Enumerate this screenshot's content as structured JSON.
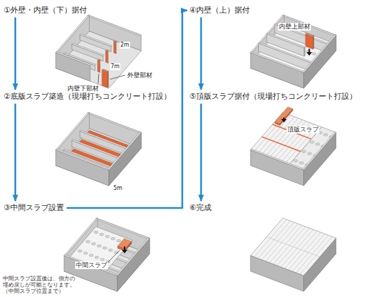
{
  "diagram": {
    "nodes": [
      {
        "text": [
          "①外壁・内壁（下）据付"
        ]
      },
      {
        "text": [
          "②底版スラブ築造（現場打ちコンクリート打設）"
        ]
      },
      {
        "text": [
          "③中間スラブ設置"
        ]
      },
      {
        "text": [
          "④内壁（上）据付"
        ]
      },
      {
        "text": [
          "⑤頂版スラブ据付（現場打ちコンクリート打設）"
        ]
      },
      {
        "text": [
          "⑥完成"
        ]
      }
    ],
    "edges": [
      {
        "from": 0,
        "to": 1,
        "arrow": "to"
      },
      {
        "from": 1,
        "to": 2,
        "arrow": "to"
      },
      {
        "from": 2,
        "to": 3,
        "arrow": "to"
      },
      {
        "from": 3,
        "to": 4,
        "arrow": "to"
      },
      {
        "from": 4,
        "to": 5,
        "arrow": "to"
      }
    ],
    "labels": [
      "外壁部材",
      "7m",
      "2m",
      "内壁下部材",
      "5m",
      "中間スラブ",
      "中間スラブ設置後は、側方の 埋め戻しが可能となります。 （中間スラブ位置まで）",
      "内壁上部材",
      "頂版スラブ"
    ]
  }
}
